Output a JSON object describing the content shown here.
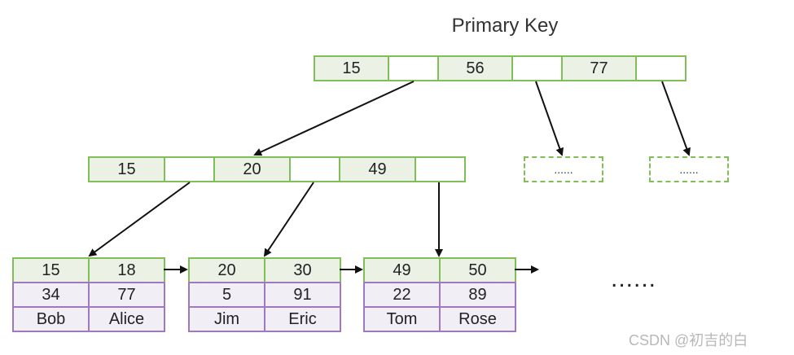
{
  "title": "Primary Key",
  "root": {
    "keys": [
      "15",
      "56",
      "77"
    ]
  },
  "internal": {
    "keys": [
      "15",
      "20",
      "49"
    ]
  },
  "placeholders": [
    "......",
    "......"
  ],
  "leaves": [
    {
      "keys": [
        "15",
        "18"
      ],
      "values": [
        "34",
        "77"
      ],
      "names": [
        "Bob",
        "Alice"
      ]
    },
    {
      "keys": [
        "20",
        "30"
      ],
      "values": [
        "5",
        "91"
      ],
      "names": [
        "Jim",
        "Eric"
      ]
    },
    {
      "keys": [
        "49",
        "50"
      ],
      "values": [
        "22",
        "89"
      ],
      "names": [
        "Tom",
        "Rose"
      ]
    }
  ],
  "more": "......",
  "watermark": "CSDN @初吉的白"
}
